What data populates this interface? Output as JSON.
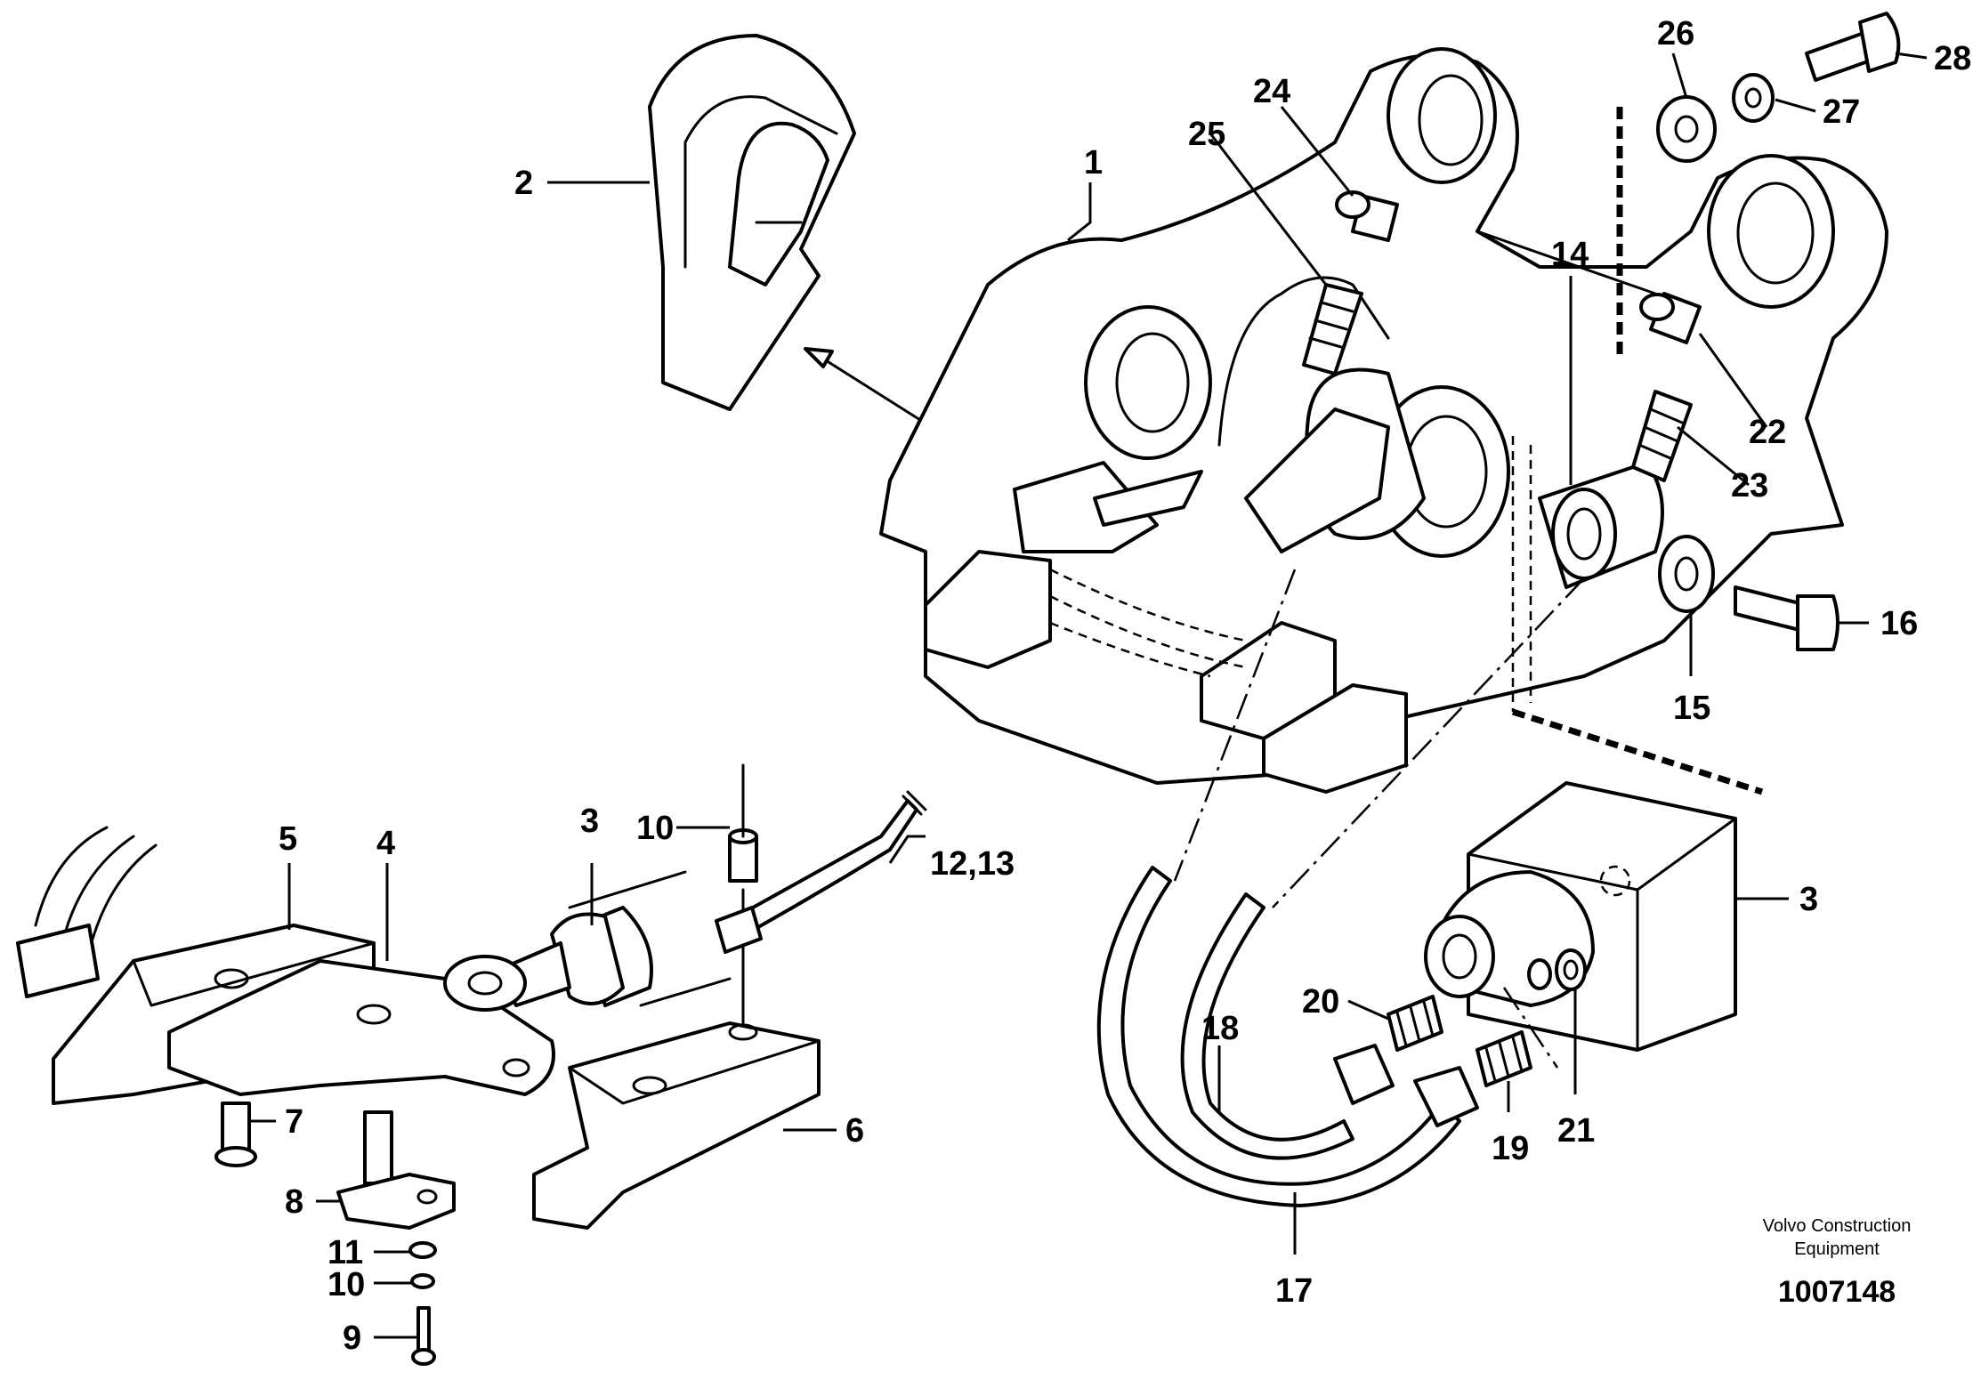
{
  "diagram": {
    "callouts": {
      "c1": "1",
      "c2": "2",
      "c3_top": "3",
      "c3_right": "3",
      "c4": "4",
      "c5": "5",
      "c6": "6",
      "c7": "7",
      "c8": "8",
      "c9": "9",
      "c10_top": "10",
      "c10_bottom": "10",
      "c11": "11",
      "c12_13": "12,13",
      "c14": "14",
      "c15": "15",
      "c16": "16",
      "c17": "17",
      "c18": "18",
      "c19": "19",
      "c20": "20",
      "c21": "21",
      "c22": "22",
      "c23": "23",
      "c24": "24",
      "c25": "25",
      "c26": "26",
      "c27": "27",
      "c28": "28"
    },
    "brand_line1": "Volvo Construction",
    "brand_line2": "Equipment",
    "document_number": "1007148"
  }
}
